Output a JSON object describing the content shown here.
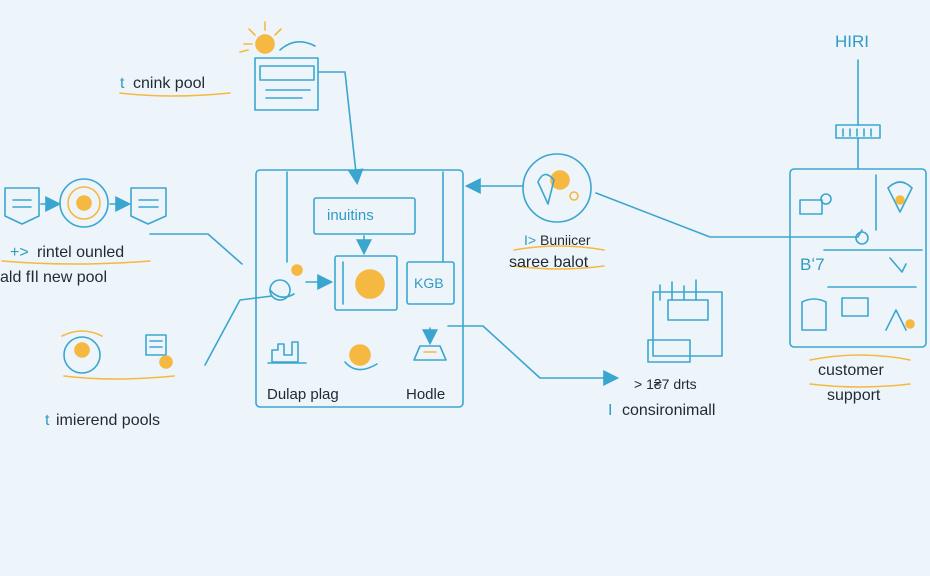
{
  "labels": {
    "hiri": "HIRI",
    "cnink_pool": "cnink pool",
    "cnink_mark": "t",
    "rintel": "rintel  ounled",
    "rintel_mark": "+>",
    "add_new_pool": "ald fⵏl new pool",
    "imierend_pools": "imierend pools",
    "imierend_mark": "t",
    "inuitins": "inuitins",
    "kgb": "KGB",
    "dulap_plag": "Dulap plag",
    "hodle": "Hodle",
    "buniicer": "Buniicer",
    "buniicer_mark": "I>",
    "saree_balot": "saree balot",
    "drts": "> 1₴7 drts",
    "consironimall": "consironimall",
    "consironimall_mark": "I",
    "customer": "customer",
    "support": "support",
    "br7": "Bʻ7"
  },
  "colors": {
    "stroke": "#3aa6cf",
    "accent": "#f5b840",
    "text": "#1f2a33",
    "background": "#eef5fa"
  }
}
